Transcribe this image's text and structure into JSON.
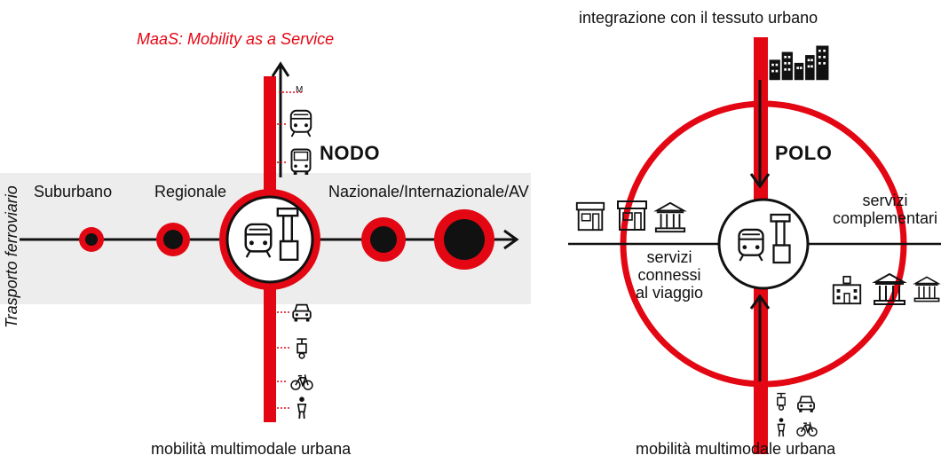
{
  "colors": {
    "accent": "#e30613",
    "ink": "#111111",
    "band": "#ededed",
    "paper": "#ffffff"
  },
  "left": {
    "maas_title": "MaaS: Mobility as a Service",
    "axis_label": "Trasporto ferroviario",
    "node_title": "NODO",
    "stations": [
      "Suburbano",
      "Regionale",
      "Nazionale/Internazionale/AV"
    ],
    "metro_marker": "M",
    "top_icons": [
      "train-icon",
      "bus-icon"
    ],
    "bottom_icons": [
      "car-icon",
      "scooter-icon",
      "bicycle-icon",
      "pedestrian-icon"
    ],
    "center_icons": [
      "train-icon",
      "station-building-icon"
    ],
    "footer": "mobilità multimodale urbana"
  },
  "right": {
    "top_title": "integrazione con il tessuto urbano",
    "pole_title": "POLO",
    "top_icon": "city-buildings-icon",
    "left_label": [
      "servizi",
      "connessi",
      "al viaggio"
    ],
    "right_label": [
      "servizi",
      "complementari"
    ],
    "left_icons": [
      "shop-icon",
      "cafe-icon",
      "store-icon"
    ],
    "right_icons": [
      "school-icon",
      "museum-icon",
      "library-icon"
    ],
    "bottom_icons": [
      "scooter-icon",
      "car-icon",
      "pedestrian-icon",
      "bicycle-icon"
    ],
    "center_icons": [
      "train-icon",
      "station-building-icon"
    ],
    "footer": "mobilità multimodale urbana"
  }
}
